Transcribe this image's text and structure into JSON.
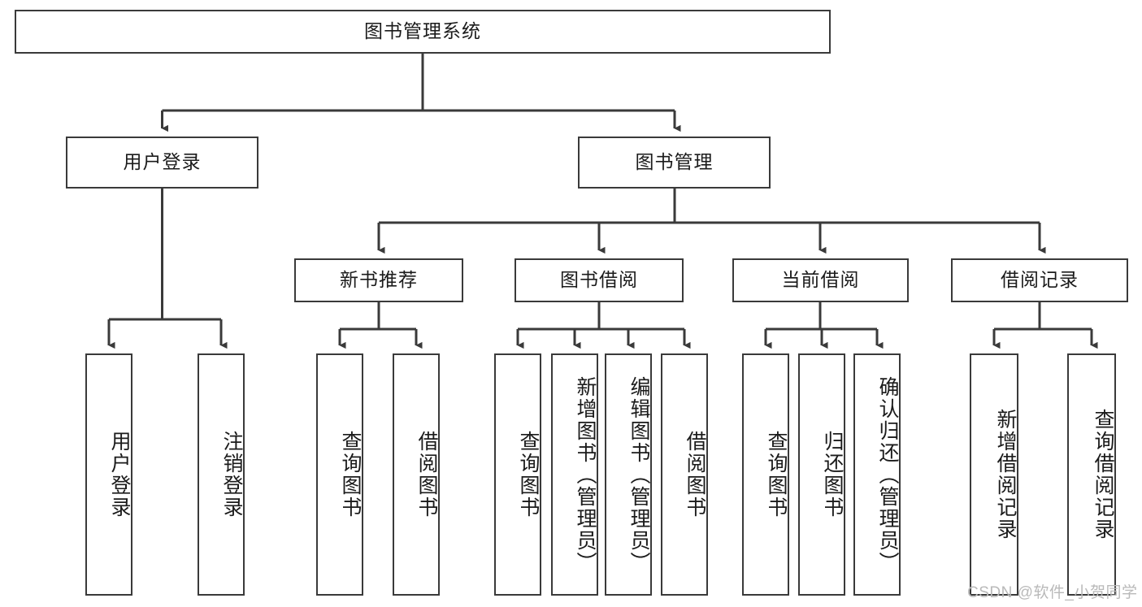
{
  "diagram": {
    "title": "图书管理系统",
    "type": "tree-hierarchy",
    "watermark": "CSDN @软件_小贺同学",
    "colors": {
      "box_border": "#3a3a3a",
      "box_fill": "#ffffff",
      "connector": "#3a3a3a",
      "text": "#1b1b1b",
      "watermark": "#b9b9b9",
      "background": "#ffffff"
    },
    "levels": {
      "root": {
        "label": "图书管理系统"
      },
      "level2": [
        {
          "label": "用户登录"
        },
        {
          "label": "图书管理"
        }
      ],
      "level3": [
        {
          "label": "新书推荐"
        },
        {
          "label": "图书借阅"
        },
        {
          "label": "当前借阅"
        },
        {
          "label": "借阅记录"
        }
      ],
      "level4": [
        {
          "label": "用户登录",
          "parent": "用户登录"
        },
        {
          "label": "注销登录",
          "parent": "用户登录"
        },
        {
          "label": "查询图书",
          "parent": "新书推荐"
        },
        {
          "label": "借阅图书",
          "parent": "新书推荐"
        },
        {
          "label": "查询图书",
          "parent": "图书借阅"
        },
        {
          "label": "新增图书（管理员）",
          "parent": "图书借阅"
        },
        {
          "label": "编辑图书（管理员）",
          "parent": "图书借阅"
        },
        {
          "label": "借阅图书",
          "parent": "图书借阅"
        },
        {
          "label": "查询图书",
          "parent": "当前借阅"
        },
        {
          "label": "归还图书",
          "parent": "当前借阅"
        },
        {
          "label": "确认归还（管理员）",
          "parent": "当前借阅"
        },
        {
          "label": "新增借阅记录",
          "parent": "借阅记录"
        },
        {
          "label": "查询借阅记录",
          "parent": "借阅记录"
        }
      ]
    }
  }
}
